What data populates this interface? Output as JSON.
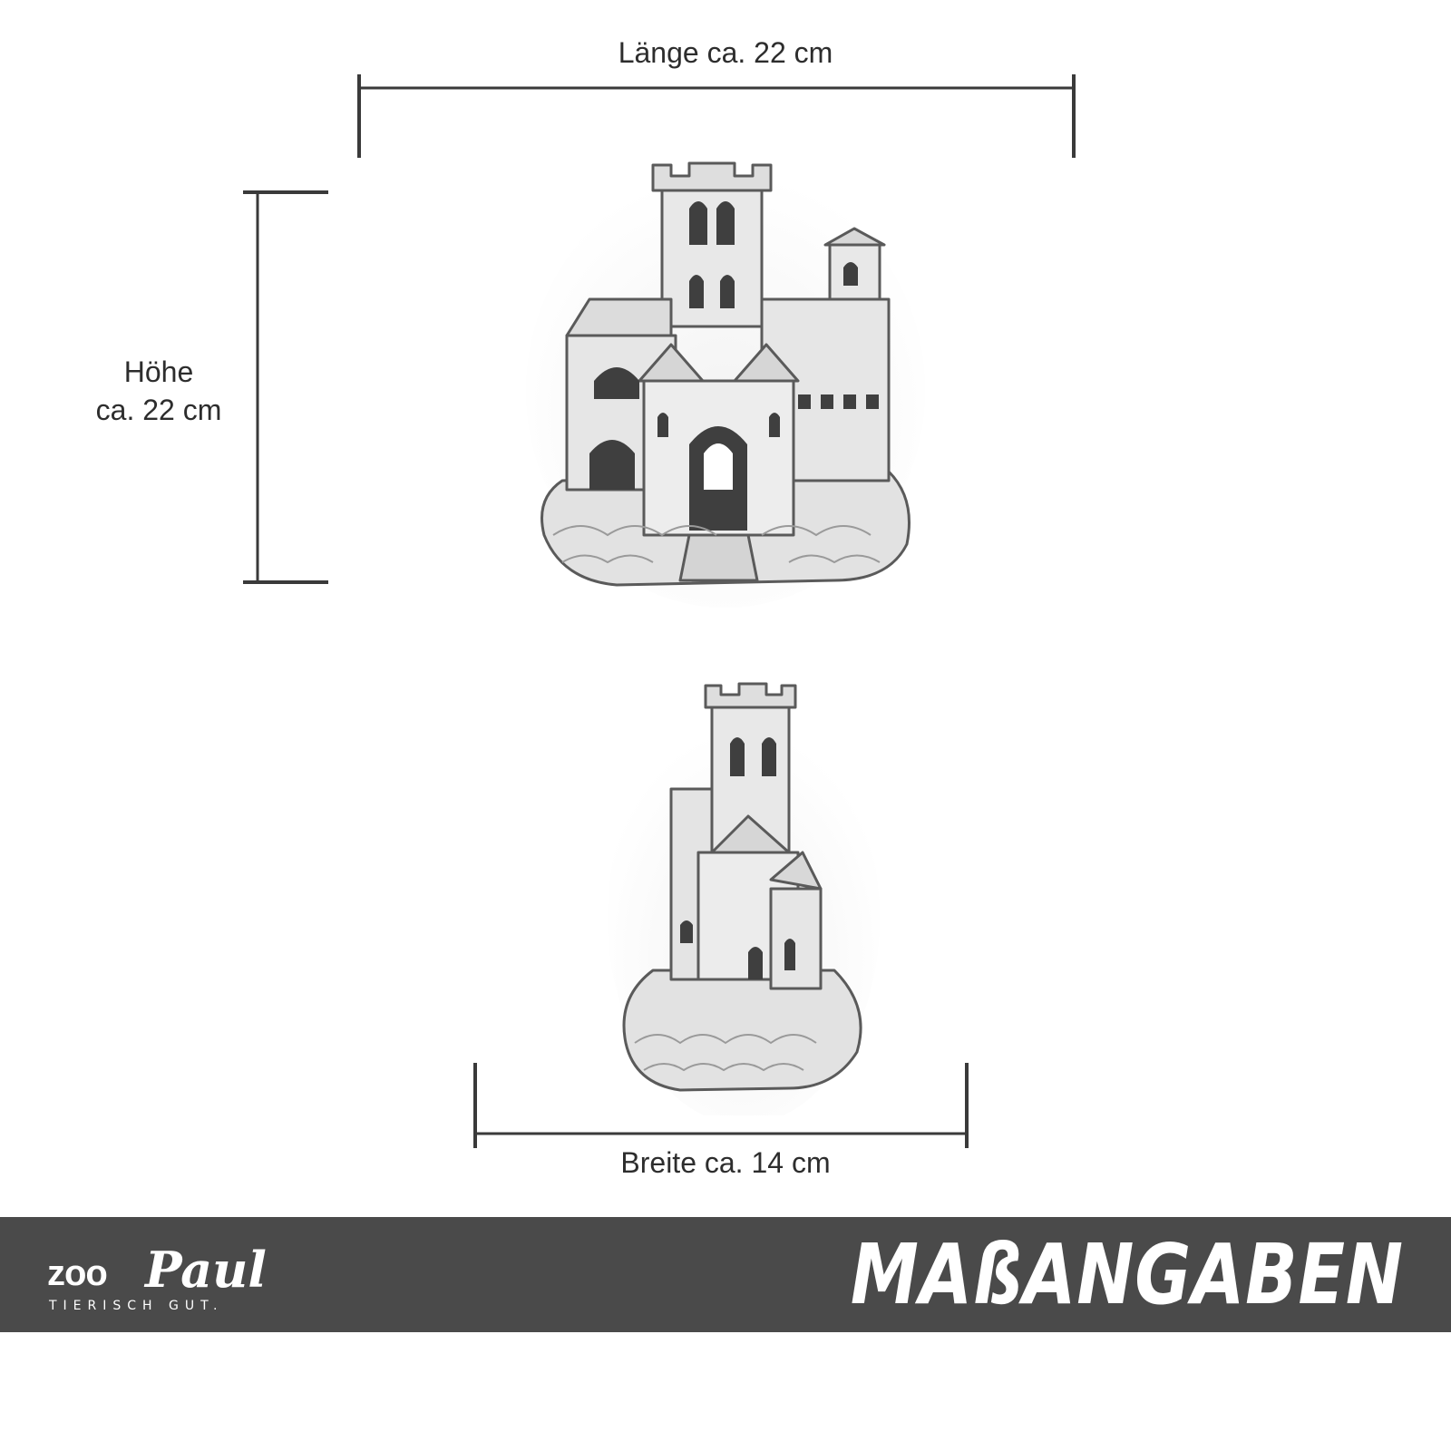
{
  "dimensions": {
    "length_label": "Länge ca. 22 cm",
    "height_label_line1": "Höhe",
    "height_label_line2": "ca. 22 cm",
    "width_label": "Breite ca. 14 cm"
  },
  "footer": {
    "logo_zoo": "zoo",
    "logo_paul": "Paul",
    "logo_tagline": "TIERISCH GUT.",
    "title": "MAßANGABEN"
  },
  "colors": {
    "band": "#4a4a4a",
    "line": "#3a3a3a",
    "text": "#2d2d2d"
  }
}
